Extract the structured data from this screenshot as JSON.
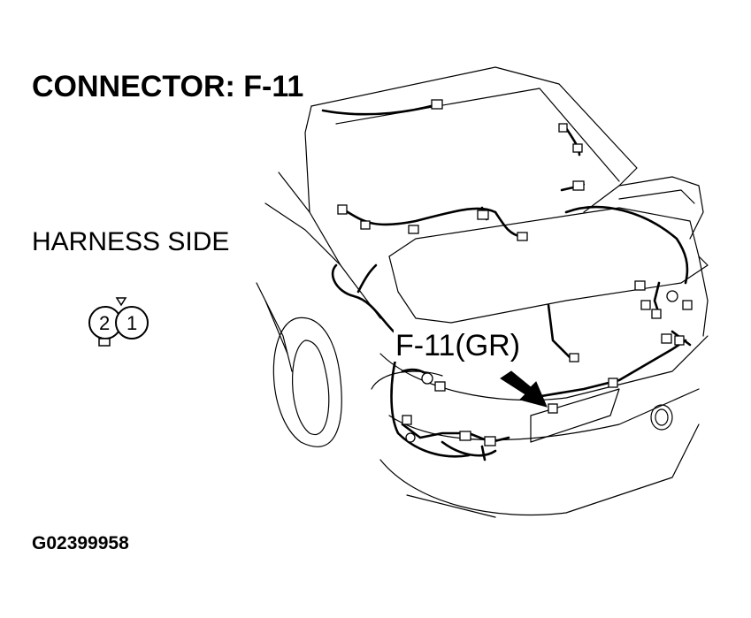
{
  "diagram": {
    "title": "CONNECTOR: F-11",
    "view_label": "HARNESS SIDE",
    "connector_pins": [
      "2",
      "1"
    ],
    "callout_label": "F-11(GR)",
    "figure_id": "G02399958"
  }
}
